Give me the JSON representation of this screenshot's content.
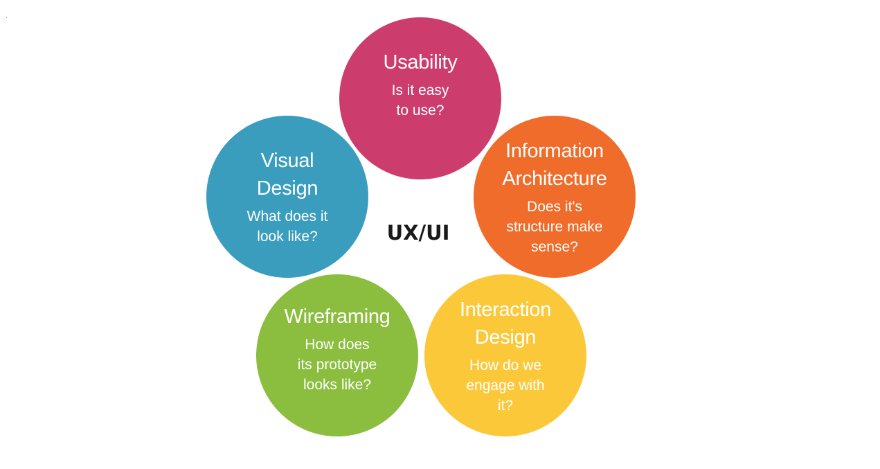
{
  "center": {
    "label": "UX/UI",
    "color": "#1a1a1a"
  },
  "nodes": [
    {
      "id": "usability",
      "title": "Usability",
      "subtitle": "Is it easy\nto use?",
      "color": "#cc3d6e"
    },
    {
      "id": "visual-design",
      "title": "Visual\nDesign",
      "subtitle": "What does it\nlook like?",
      "color": "#3a9dbe"
    },
    {
      "id": "information-architecture",
      "title": "Information\nArchitecture",
      "subtitle": "Does it's\nstructure make\nsense?",
      "color": "#ef6c2b"
    },
    {
      "id": "wireframing",
      "title": "Wireframing",
      "subtitle": "How does\nits prototype\nlooks like?",
      "color": "#8bbd3f"
    },
    {
      "id": "interaction-design",
      "title": "Interaction\nDesign",
      "subtitle": "How do we\nengage with\nit?",
      "color": "#fbc83a"
    }
  ]
}
